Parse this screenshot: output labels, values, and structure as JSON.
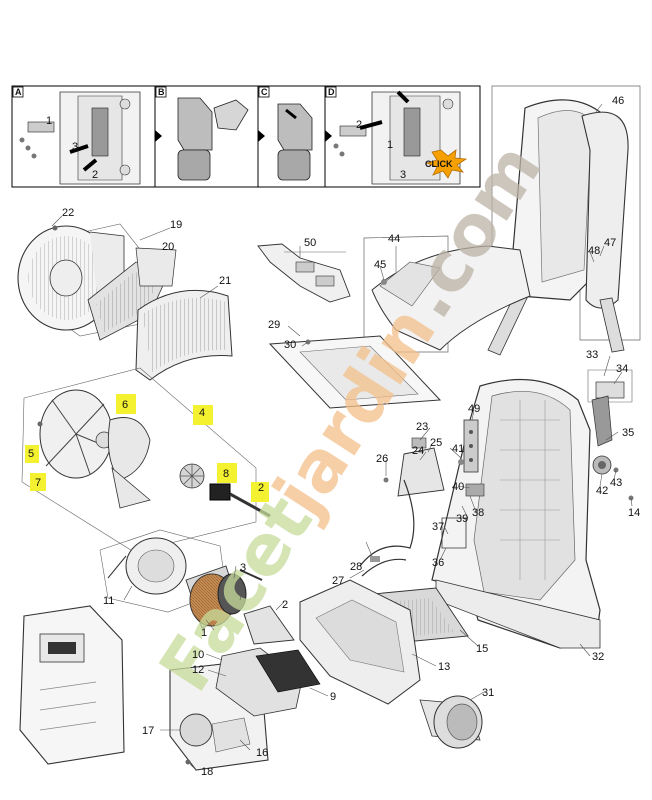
{
  "watermark": {
    "text_green": "Facet",
    "text_orange": "jardin",
    "text_gray": ".com"
  },
  "panels": [
    {
      "letter": "A"
    },
    {
      "letter": "B"
    },
    {
      "letter": "C"
    },
    {
      "letter": "D",
      "click_label": "CLICK"
    }
  ],
  "panel_a_numbers": [
    "1",
    "2",
    "3"
  ],
  "panel_d_numbers": [
    "1",
    "2",
    "3"
  ],
  "parts": [
    {
      "n": "1"
    },
    {
      "n": "2"
    },
    {
      "n": "2"
    },
    {
      "n": "3"
    },
    {
      "n": "4"
    },
    {
      "n": "5"
    },
    {
      "n": "6"
    },
    {
      "n": "7"
    },
    {
      "n": "8"
    },
    {
      "n": "9"
    },
    {
      "n": "10"
    },
    {
      "n": "11"
    },
    {
      "n": "12"
    },
    {
      "n": "13"
    },
    {
      "n": "14"
    },
    {
      "n": "15"
    },
    {
      "n": "16"
    },
    {
      "n": "17"
    },
    {
      "n": "18"
    },
    {
      "n": "19"
    },
    {
      "n": "20"
    },
    {
      "n": "21"
    },
    {
      "n": "22"
    },
    {
      "n": "23"
    },
    {
      "n": "24"
    },
    {
      "n": "25"
    },
    {
      "n": "26"
    },
    {
      "n": "27"
    },
    {
      "n": "28"
    },
    {
      "n": "29"
    },
    {
      "n": "30"
    },
    {
      "n": "31"
    },
    {
      "n": "32"
    },
    {
      "n": "33"
    },
    {
      "n": "34"
    },
    {
      "n": "35"
    },
    {
      "n": "36"
    },
    {
      "n": "37"
    },
    {
      "n": "38"
    },
    {
      "n": "39"
    },
    {
      "n": "40"
    },
    {
      "n": "41"
    },
    {
      "n": "42"
    },
    {
      "n": "43"
    },
    {
      "n": "44"
    },
    {
      "n": "45"
    },
    {
      "n": "46"
    },
    {
      "n": "47"
    },
    {
      "n": "48"
    },
    {
      "n": "49"
    },
    {
      "n": "50"
    }
  ],
  "colors": {
    "highlight": "#f4f230",
    "click_burst": "#f5a000",
    "watermark_green": "#c7dc9a",
    "watermark_orange": "#f3c08a",
    "watermark_gray": "#bcb3a6"
  }
}
